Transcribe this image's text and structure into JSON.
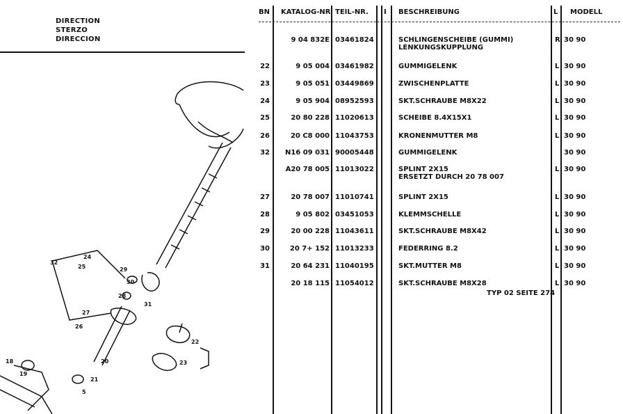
{
  "heading": {
    "lines": [
      "DIRECTION",
      "STERZO",
      "DIRECCION"
    ]
  },
  "columns": {
    "bn": "BN",
    "katalog": "KATALOG-NR",
    "teil": "TEIL-NR.",
    "sep": "I",
    "beschreibung": "BESCHREIBUNG",
    "l": "L",
    "modell": "MODELL"
  },
  "rows": [
    {
      "bn": "",
      "katalog": "9 04 832E",
      "teil": "03461824",
      "desc": "SCHLINGENSCHEIBE (GUMMI)\nLENKUNGSKUPPLUNG",
      "l": "R",
      "modell": "30 90"
    },
    {
      "bn": "22",
      "katalog": "9 05 004",
      "teil": "03461982",
      "desc": "GUMMIGELENK",
      "l": "L",
      "modell": "30 90"
    },
    {
      "bn": "23",
      "katalog": "9 05 051",
      "teil": "03449869",
      "desc": "ZWISCHENPLATTE",
      "l": "L",
      "modell": "30 90"
    },
    {
      "bn": "24",
      "katalog": "9 05 904",
      "teil": "08952593",
      "desc": "SKT.SCHRAUBE M8X22",
      "l": "L",
      "modell": "30 90"
    },
    {
      "bn": "25",
      "katalog": "20 80 228",
      "teil": "11020613",
      "desc": "SCHEIBE 8.4X15X1",
      "l": "L",
      "modell": "30 90"
    },
    {
      "bn": "26",
      "katalog": "20 C8 000",
      "teil": "11043753",
      "desc": "KRONENMUTTER M8",
      "l": "L",
      "modell": "30 90"
    },
    {
      "bn": "32",
      "katalog": "N16 09 031",
      "teil": "90005448",
      "desc": "GUMMIGELENK",
      "l": "",
      "modell": "30 90"
    },
    {
      "bn": "",
      "katalog": "A20 78 005",
      "teil": "11013022",
      "desc": "SPLINT 2X15\nERSETZT DURCH 20 78 007",
      "l": "L",
      "modell": "30 90"
    },
    {
      "bn": "27",
      "katalog": "20 78 007",
      "teil": "11010741",
      "desc": "SPLINT 2X15",
      "l": "L",
      "modell": "30 90"
    },
    {
      "bn": "28",
      "katalog": "9 05 802",
      "teil": "03451053",
      "desc": "KLEMMSCHELLE",
      "l": "L",
      "modell": "30 90"
    },
    {
      "bn": "29",
      "katalog": "20 00 228",
      "teil": "11043611",
      "desc": "SKT.SCHRAUBE M8X42",
      "l": "L",
      "modell": "30 90"
    },
    {
      "bn": "30",
      "katalog": "20 7+ 152",
      "teil": "11013233",
      "desc": "FEDERRING 8.2",
      "l": "L",
      "modell": "30 90"
    },
    {
      "bn": "31",
      "katalog": "20 64 231",
      "teil": "11040195",
      "desc": "SKT.MUTTER M8",
      "l": "L",
      "modell": "30 90"
    },
    {
      "bn": "",
      "katalog": "20 18 115",
      "teil": "11054012",
      "desc": "SKT.SCHRAUBE M8X28",
      "l": "L",
      "modell": "30 90"
    }
  ],
  "footer": {
    "typ_ref": "TYP 02 SEITE 274"
  },
  "diagram_callouts": [
    "32",
    "24",
    "25",
    "29",
    "30",
    "28",
    "31",
    "27",
    "26",
    "20",
    "22",
    "23",
    "18",
    "19",
    "21",
    "5"
  ]
}
